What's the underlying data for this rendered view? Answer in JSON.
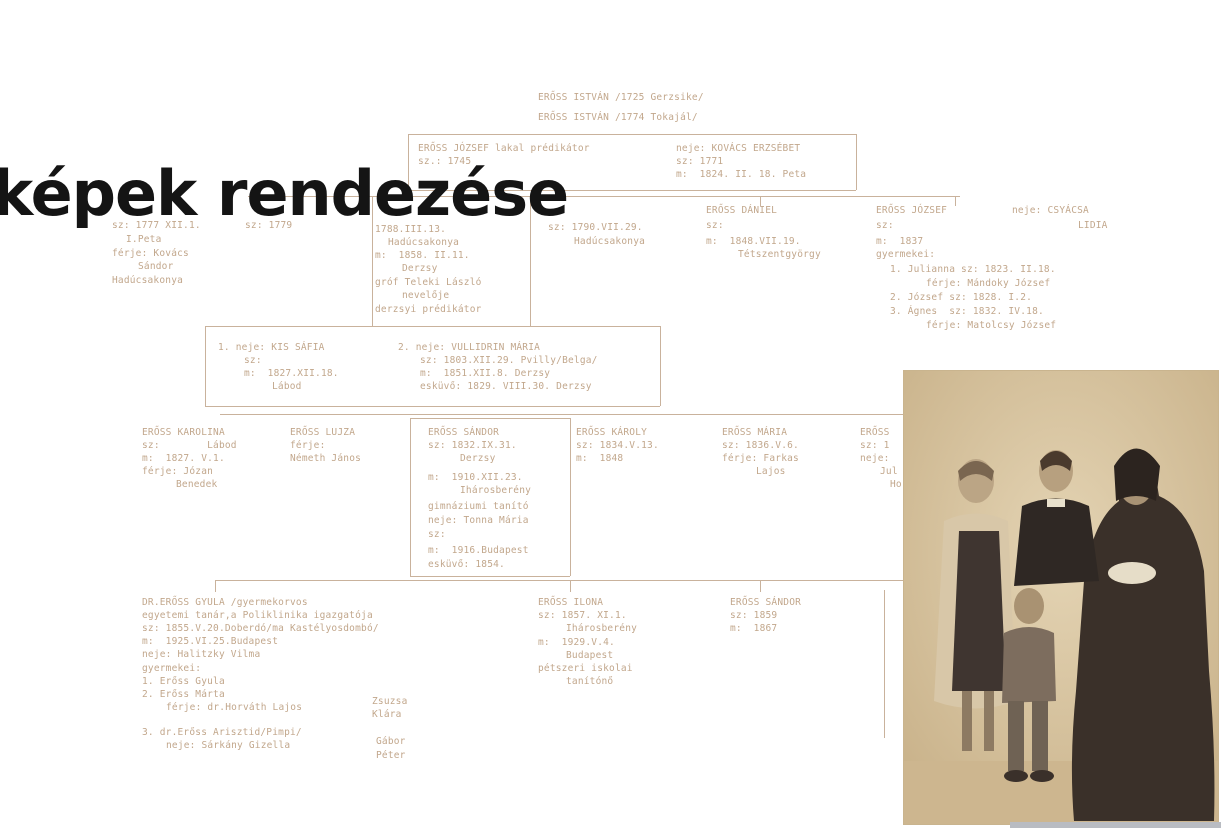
{
  "slide": {
    "title": "képek rendezése"
  },
  "tree": {
    "lines": [
      "ERŐSS ISTVÁN /1725 Gerzsike/",
      "ERŐSS ISTVÁN /1774 Tokajál/",
      "ERŐSS JÓZSEF lakal prédikátor",
      "sz.: 1745",
      "neje: KOVÁCS ERZSÉBET",
      "sz: 1771",
      "m:  1824. II. 18. Peta",
      "sz: 1777 XII.1.",
      "I.Peta",
      "férje: Kovács",
      "Sándor",
      "Hadúcsakonya",
      "sz: 1779",
      "1788.III.13.",
      "Hadúcsakonya",
      "m:  1858. II.11.",
      "Derzsy",
      "gróf Teleki László",
      "nevelője",
      "derzsyi prédikátor",
      "sz: 1790.VII.29.",
      "Hadúcsakonya",
      "ERŐSS DÁNIEL",
      "sz:",
      "m:  1848.VII.19.",
      "Tétszentgyörgy",
      "ERŐSS JÓZSEF",
      "sz:",
      "m:  1837",
      "gyermekei:",
      "neje: CSYÁCSA",
      "LIDIA",
      "1. Julianna sz: 1823. II.18.",
      "férje: Mándoky József",
      "2. József sz: 1828. I.2.",
      "3. Ágnes  sz: 1832. IV.18.",
      "férje: Matolcsy József",
      "1. neje: KIS SÁFIA",
      "sz:",
      "m:  1827.XII.18.",
      "Lábod",
      "2. neje: VULLIDRIN MÁRIA",
      "sz: 1803.XII.29. Pvilly/Belga/",
      "m:  1851.XII.8. Derzsy",
      "esküvő: 1829. VIII.30. Derzsy",
      "ERŐSS KAROLINA",
      "sz:        Lábod",
      "m:  1827. V.1.",
      "férje: Józan",
      "Benedek",
      "ERŐSS LUJZA",
      "férje:",
      "Németh János",
      "ERŐSS SÁNDOR",
      "sz: 1832.IX.31.",
      "Derzsy",
      "m:  1910.XII.23.",
      "Ihárosberény",
      "gimnáziumi tanító",
      "neje: Tonna Mária",
      "sz:",
      "m:  1916.Budapest",
      "esküvő: 1854.",
      "ERŐSS KÁROLY",
      "sz: 1834.V.13.",
      "m:  1848",
      "ERŐSS MÁRIA",
      "sz: 1836.V.6.",
      "férje: Farkas",
      "Lajos",
      "ERŐSS",
      "sz: 1",
      "neje:",
      "Jul",
      "Ho",
      "DR.ERŐSS GYULA /gyermekorvos",
      "egyetemi tanár,a Poliklinika igazgatója",
      "sz: 1855.V.20.Doberdó/ma Kastélyosdombó/",
      "m:  1925.VI.25.Budapest",
      "neje: Halitzky Vilma",
      "gyermekei:",
      "1. Erőss Gyula",
      "2. Erőss Márta",
      "férje: dr.Horváth Lajos",
      "Zsuzsa",
      "Klára",
      "3. dr.Erőss Arisztid/Pimpi/",
      "neje: Sárkány Gizella",
      "Gábor",
      "Péter",
      "ERŐSS ILONA",
      "sz: 1857. XI.1.",
      "Ihárosberény",
      "m:  1929.V.4.",
      "Budapest",
      "pétszeri iskolai",
      "tanítónő",
      "ERŐSS SÁNDOR",
      "sz: 1859",
      "m:  1867"
    ]
  },
  "colors": {
    "ink": "#c2a78c",
    "lines": "#c9b29c",
    "title": "#141414",
    "photo": "#d9c6a4"
  }
}
